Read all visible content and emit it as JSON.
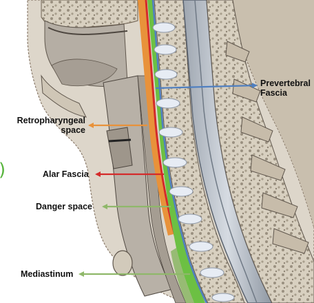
{
  "diagram": {
    "labels": {
      "prevertebral_line1": "Prevertebral",
      "prevertebral_line2": "Fascia",
      "retropharyngeal_line1": "Retropharyngeal",
      "retropharyngeal_line2": "space",
      "alar_fascia": "Alar Fascia",
      "danger_space": "Danger space",
      "mediastinum": "Mediastinum"
    },
    "stray_glyph": ")",
    "colors": {
      "prevertebral_fascia": "#4f7fc0",
      "retropharyngeal_space": "#e8923a",
      "alar_fascia": "#d42a2a",
      "danger_space": "#6cc043",
      "mediastinum": "#8fb86a",
      "stray_glyph": "#57b43c"
    }
  }
}
